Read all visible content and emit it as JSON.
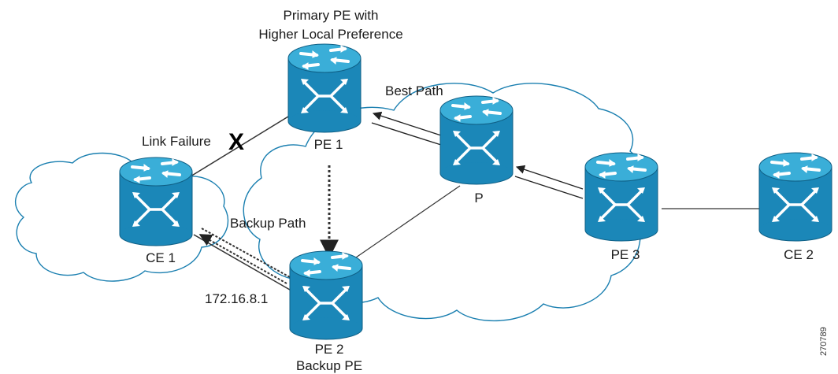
{
  "title": {
    "line1": "Primary PE with",
    "line2": "Higher Local Preference"
  },
  "routers": {
    "pe1": {
      "label": "PE 1"
    },
    "pe2": {
      "label": "PE 2",
      "sublabel": "Backup PE",
      "ip": "172.16.8.1"
    },
    "pe3": {
      "label": "PE 3"
    },
    "p": {
      "label": "P"
    },
    "ce1": {
      "label": "CE 1"
    },
    "ce2": {
      "label": "CE 2"
    }
  },
  "paths": {
    "best": "Best Path",
    "backup": "Backup Path"
  },
  "link_failure": {
    "label": "Link Failure",
    "mark": "X"
  },
  "figure_id": "270789",
  "colors": {
    "router_body": "#1b87b8",
    "router_top": "#2fa4cf",
    "router_outline": "#0f5f85",
    "line": "#333333"
  }
}
